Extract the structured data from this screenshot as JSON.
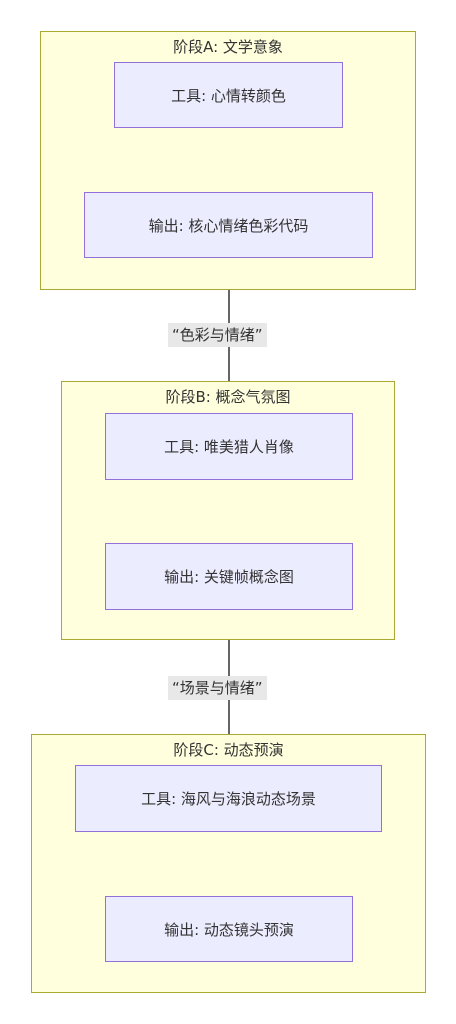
{
  "stages": [
    {
      "title": "阶段A: 文学意象",
      "tool": "工具: 心情转颜色",
      "output": "输出: 核心情绪色彩代码"
    },
    {
      "title": "阶段B: 概念气氛图",
      "tool": "工具: 唯美猎人肖像",
      "output": "输出: 关键帧概念图"
    },
    {
      "title": "阶段C: 动态预演",
      "tool": "工具: 海风与海浪动态场景",
      "output": "输出: 动态镜头预演"
    }
  ],
  "edge_labels": [
    "“色彩与情绪”",
    "“场景与情绪”"
  ],
  "colors": {
    "cluster_fill": "#ffffde",
    "cluster_border": "#aaaa33",
    "node_fill": "#ececff",
    "node_border": "#9370db",
    "edge": "#333333",
    "edge_label_bg": "#e8e8e8"
  }
}
